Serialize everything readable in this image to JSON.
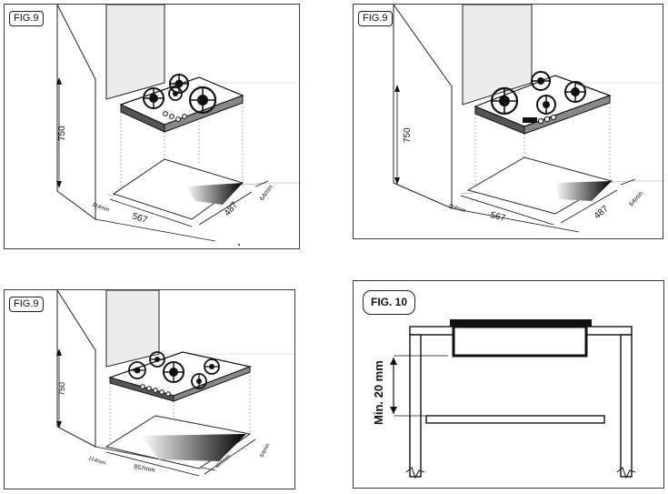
{
  "figures": [
    {
      "label": "FIG.9",
      "height": "750",
      "width": "567",
      "depth": "487",
      "back_gap": "64min",
      "side_gap": "114mm"
    },
    {
      "label": "FIG.9",
      "height": "750",
      "width": "567",
      "depth": "487",
      "back_gap": "64min",
      "side_gap": "114mm"
    },
    {
      "label": "FIG.9",
      "height": "750",
      "width": "857mm",
      "depth": "487mm",
      "back_gap": "64min",
      "side_gap": "114mm"
    },
    {
      "label": "FIG. 10",
      "clearance": "Min. 20 mm"
    }
  ]
}
